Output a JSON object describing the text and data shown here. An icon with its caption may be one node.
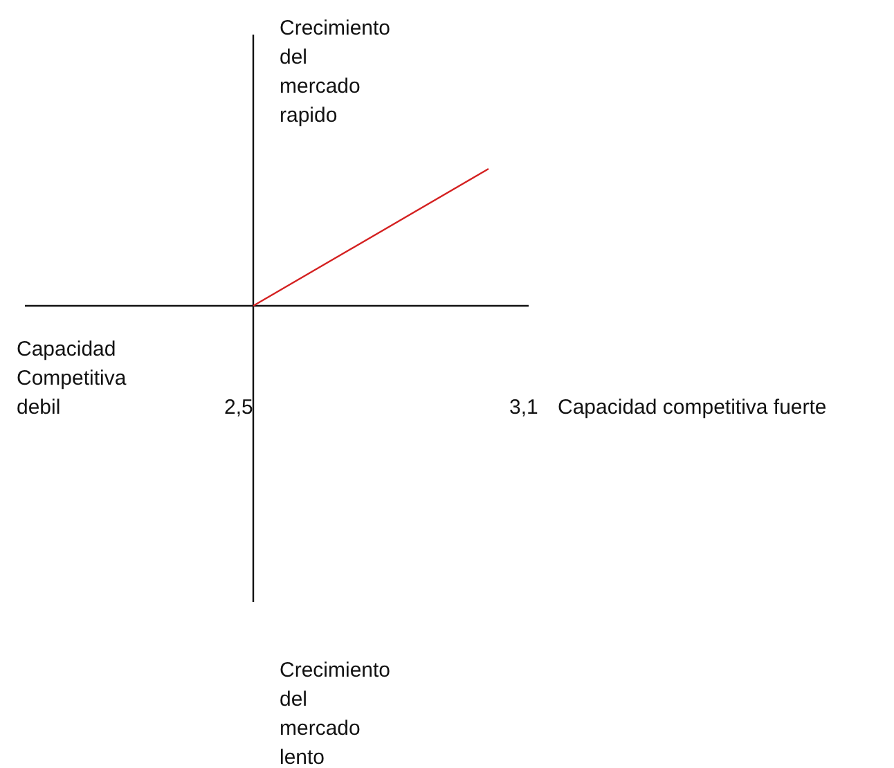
{
  "diagram": {
    "labels": [
      "Crecimiento del mercado rapido",
      "Capacidad Competitiva debil",
      "2,5",
      "3,1",
      "Capacidad competitiva fuerte",
      "Crecimiento del mercado lento"
    ]
  }
}
